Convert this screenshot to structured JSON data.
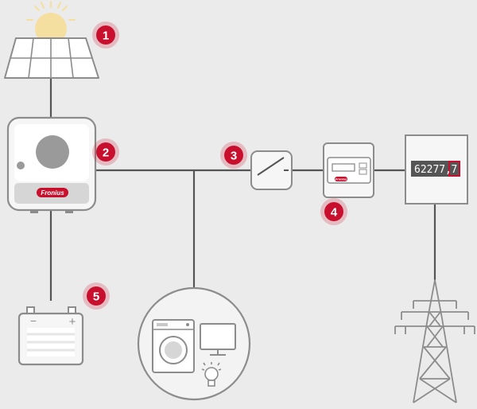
{
  "diagram": {
    "badges": [
      {
        "label": "1",
        "component": "solar-panel"
      },
      {
        "label": "2",
        "component": "inverter"
      },
      {
        "label": "3",
        "component": "switch"
      },
      {
        "label": "4",
        "component": "smart-meter"
      },
      {
        "label": "5",
        "component": "battery"
      }
    ],
    "inverter_brand": "Fronius",
    "meter_brand": "Fronius",
    "utility_meter": {
      "digits": "62277",
      "last_digit": "7",
      "separator": ","
    },
    "battery_symbols": {
      "minus": "−",
      "plus": "+"
    },
    "icons": [
      "sun-icon",
      "solar-panel-icon",
      "inverter-icon",
      "switch-icon",
      "smart-meter-icon",
      "utility-meter-icon",
      "power-pylon-icon",
      "battery-icon",
      "washing-machine-icon",
      "monitor-icon",
      "lightbulb-icon"
    ],
    "colors": {
      "background": "#ebebeb",
      "line": "#555555",
      "outline": "#8c8c8c",
      "badge": "#c8102e",
      "sun": "#f5dfa0"
    }
  }
}
